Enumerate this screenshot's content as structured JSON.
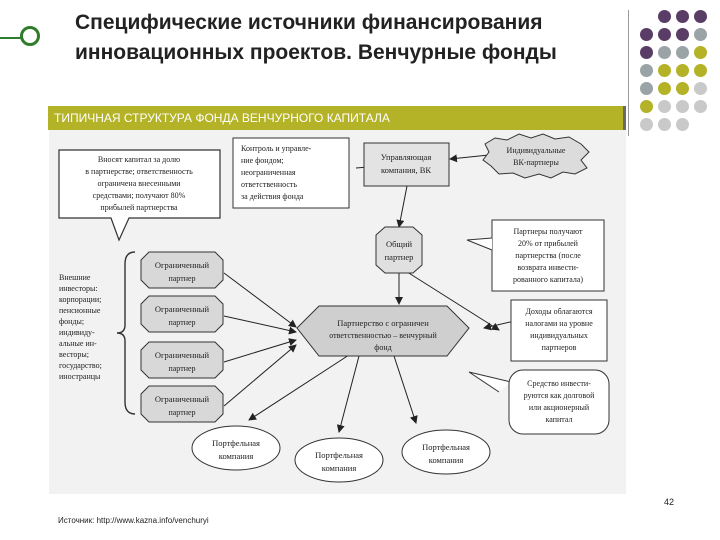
{
  "slide": {
    "title_line1": "Специфические источники финансирования",
    "title_line2": "инновационных проектов. Венчурные фонды",
    "banner": "ТИПИЧНАЯ СТРУКТУРА ФОНДА ВЕНЧУРНОГО КАПИТАЛА",
    "source": "Источник: http://www.kazna.info/venchuryi",
    "page_number": "42"
  },
  "colors": {
    "accent_green": "#2f7d2a",
    "banner_olive": "#b4b226",
    "dot_purple": "#5a3d66",
    "dot_grey": "#9aa3a6",
    "dot_olive": "#b4b226",
    "dot_light": "#c9c9c9"
  },
  "diagram": {
    "speech_investors": [
      "Вносят капитал за долю",
      "в партнерстве; ответственность",
      "ограничена внесенными",
      "средствами; получают 80%",
      "прибылей партнерства"
    ],
    "note_control": [
      "Контроль и управле-",
      "ние фондом;",
      "неограниченная",
      "ответственность",
      "за действия фонда"
    ],
    "management_company": [
      "Управляющая",
      "компания, ВК"
    ],
    "individual_partners": [
      "Индивидуальные",
      "ВК-партнеры"
    ],
    "general_partner": [
      "Общий",
      "партнер"
    ],
    "note_profit": [
      "Партнеры получают",
      "20% от прибылей",
      "партнерства (после",
      "возврата инвести-",
      "рованного капитала)"
    ],
    "limited_partner": [
      "Ограниченный",
      "партнер"
    ],
    "investors_list": [
      "Внешние",
      "инвесторы:",
      "корпорации;",
      "пенсионные",
      "фонды;",
      "индивиду-",
      "альные ин-",
      "весторы;",
      "государство;",
      "иностранцы"
    ],
    "central_fund": [
      "Партнерство с ограничен",
      "ответственностью – венчурный",
      "фонд"
    ],
    "note_tax": [
      "Доходы облагаются",
      "налогами на уровне",
      "индивидуальных",
      "партнеров"
    ],
    "note_investment": [
      "Средство инвести-",
      "руются как долговой",
      "или акционерный",
      "капитал"
    ],
    "portfolio_company": [
      "Портфельная",
      "компания"
    ]
  }
}
